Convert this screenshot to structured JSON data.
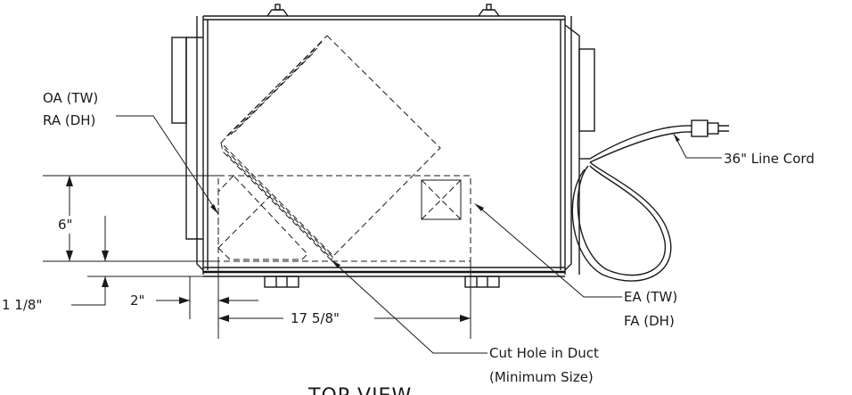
{
  "labels": {
    "oa_tw": "OA (TW)",
    "ra_dh": "RA (DH)",
    "line_cord": "36\" Line Cord",
    "dim_6": "6\"",
    "dim_1_1_8": "1 1/8\"",
    "dim_2": "2\"",
    "dim_17_5_8": "17 5/8\"",
    "ea_tw": "EA (TW)",
    "fa_dh": "FA (DH)",
    "cut_hole_1": "Cut Hole in Duct",
    "cut_hole_2": "(Minimum Size)",
    "view_title": "TOP VIEW"
  },
  "colors": {
    "line": "#1a1a1a",
    "background": "#ffffff"
  }
}
